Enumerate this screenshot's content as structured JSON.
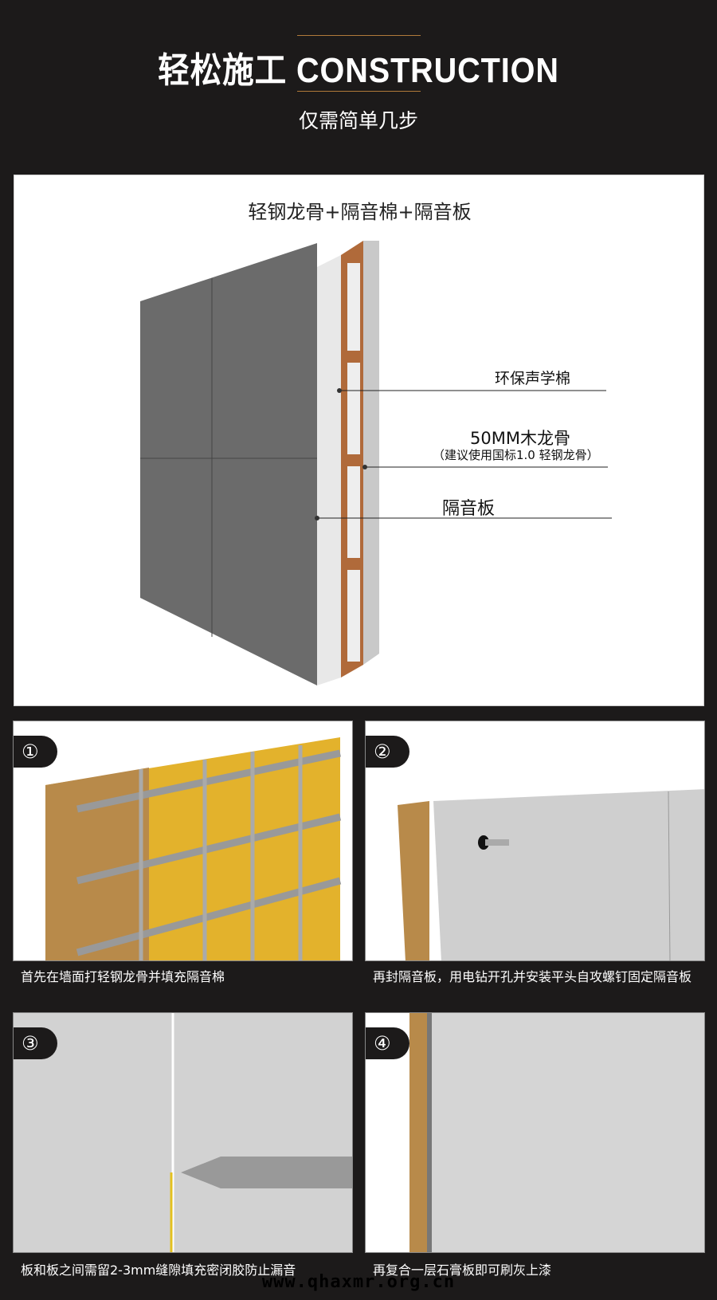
{
  "header": {
    "title": "轻松施工 CONSTRUCTION",
    "subtitle": "仅需简单几步"
  },
  "hero": {
    "title": "轻钢龙骨+隔音棉+隔音板",
    "labels": {
      "cotton": "环保声学棉",
      "keel": "50MM木龙骨",
      "keel_note": "（建议使用国标1.0 轻钢龙骨）",
      "board": "隔音板"
    }
  },
  "steps": [
    {
      "badge": "①",
      "caption": "首先在墙面打轻钢龙骨并填充隔音棉"
    },
    {
      "badge": "②",
      "caption": "再封隔音板，用电钻开孔并安装平头自攻螺钉固定隔音板"
    },
    {
      "badge": "③",
      "caption": "板和板之间需留2-3mm缝隙填充密闭胶防止漏音"
    },
    {
      "badge": "④",
      "caption": "再复合一层石膏板即可刷灰上漆"
    }
  ],
  "watermark": "www.qhaxmr.org.cn",
  "colors": {
    "background": "#1c1a1a",
    "accent": "#b07a3a",
    "cotton": "#e3b22c",
    "board": "#6b6b6b"
  }
}
